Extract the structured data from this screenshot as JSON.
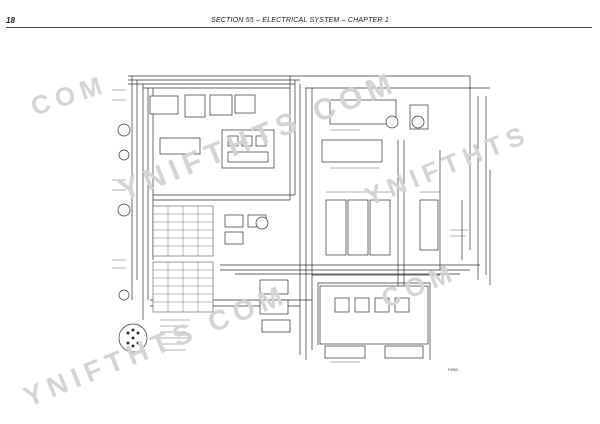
{
  "header": {
    "page_number": "18",
    "section_title": "SECTION 55 – ELECTRICAL SYSTEM – CHAPTER 1"
  },
  "figure": {
    "code": "F8SD"
  },
  "watermarks": [
    "COM",
    "YNIFTHTS COM",
    "YNIFTHTS",
    "COM",
    "YNIFTHTS COM"
  ],
  "colors": {
    "ink": "#333333",
    "rule": "#444444",
    "watermark": "#d4d4d4"
  }
}
